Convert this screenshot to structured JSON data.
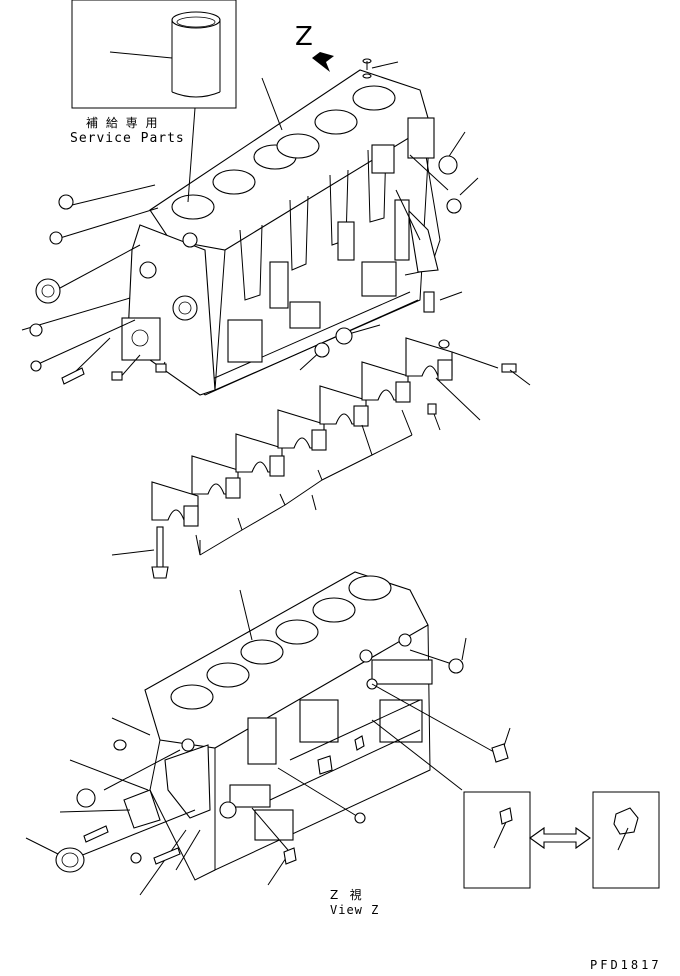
{
  "view_marker": "Z",
  "service_parts": {
    "jp": "補 給 専 用",
    "en": "Service Parts"
  },
  "view_z": {
    "jp": "Z   視",
    "en": "View Z"
  },
  "drawing_id": "PFD1817"
}
